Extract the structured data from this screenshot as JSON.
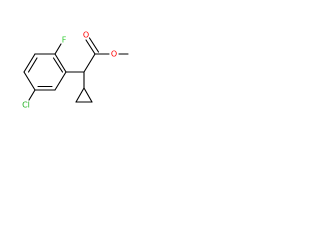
{
  "molecule": {
    "atoms": {
      "fluorine": {
        "symbol": "F",
        "color": "#33cc33"
      },
      "chlorine": {
        "symbol": "Cl",
        "color": "#1fb01f"
      },
      "carbonyl_oxygen": {
        "symbol": "O",
        "color": "#ff0000"
      },
      "ester_oxygen": {
        "symbol": "O",
        "color": "#ff0000"
      }
    },
    "bond_color": "#000000"
  }
}
